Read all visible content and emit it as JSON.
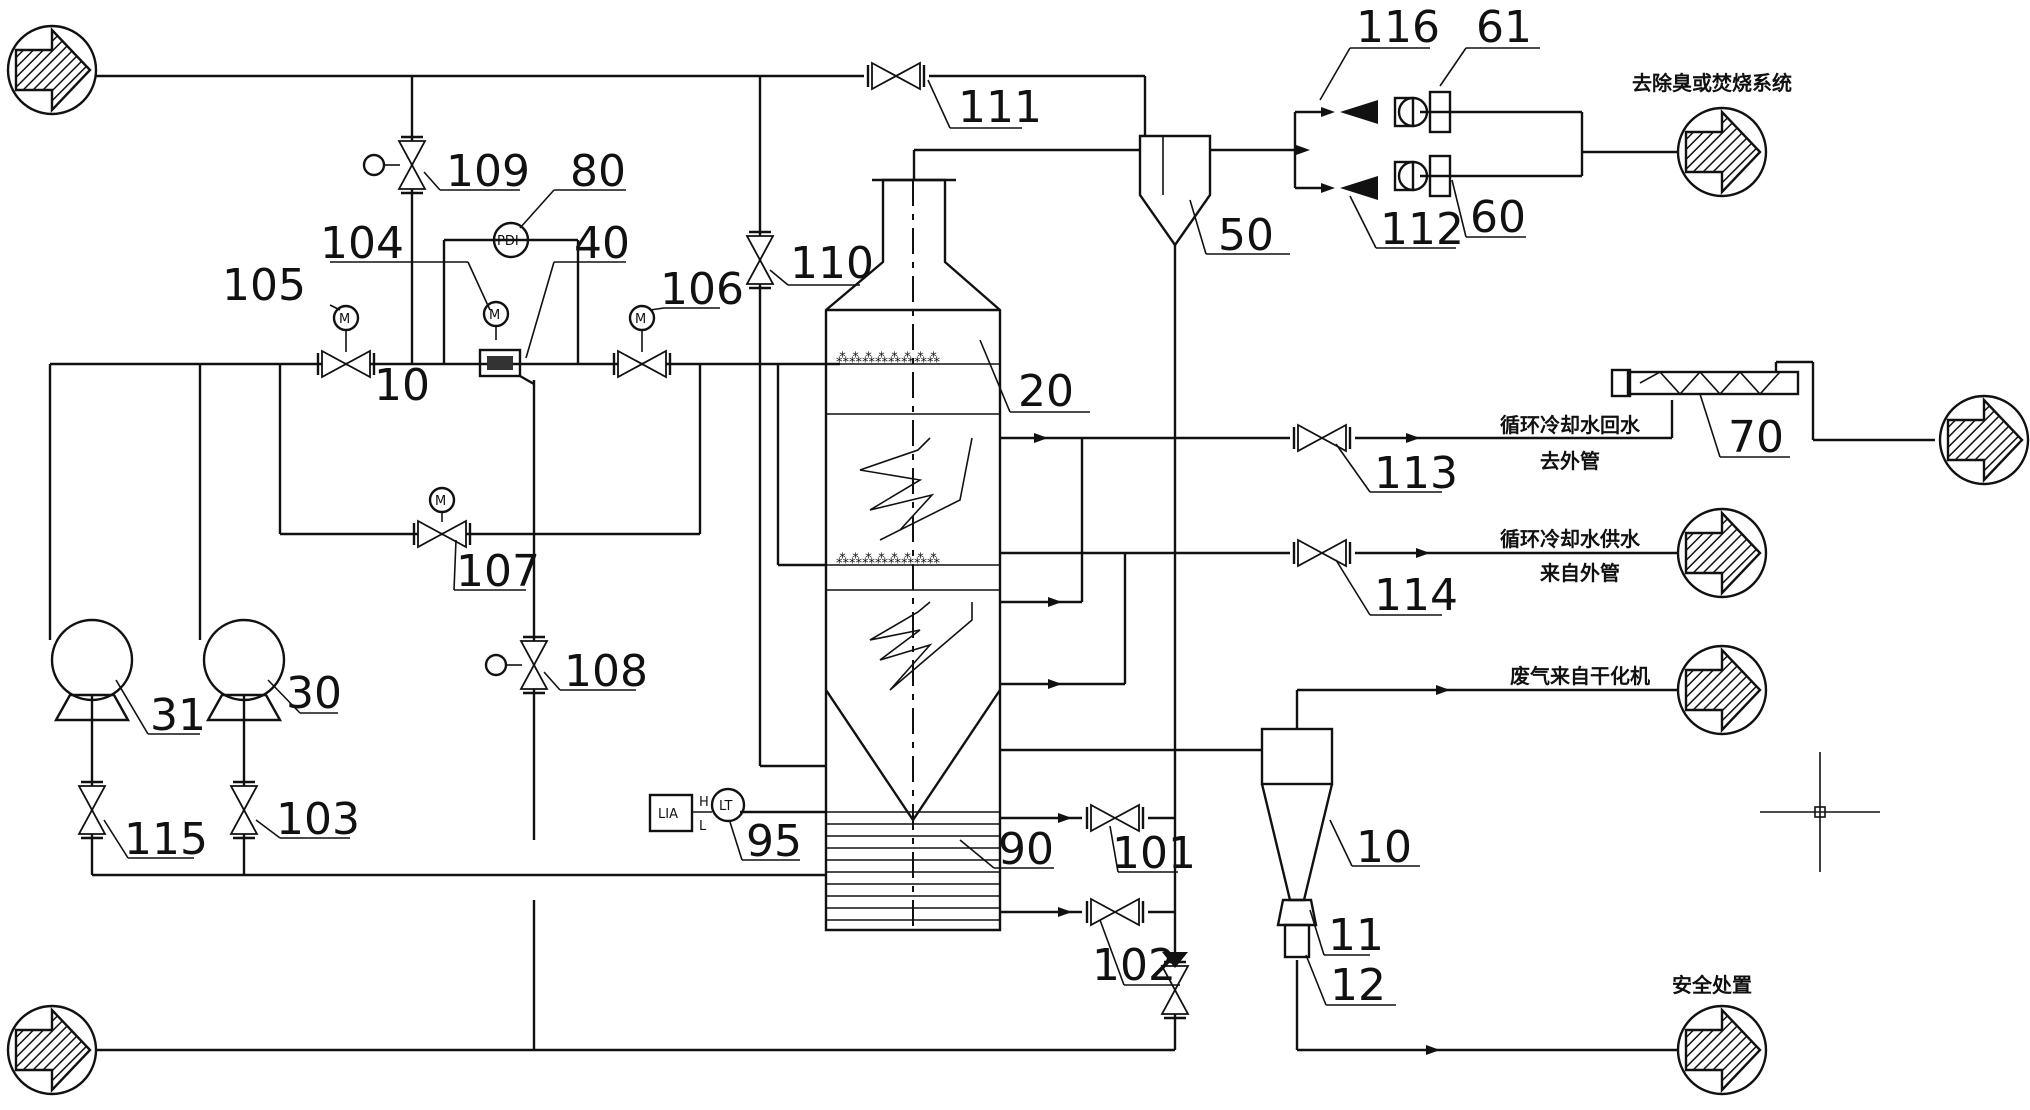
{
  "diagram": {
    "component_labels": {
      "v111": "111",
      "v109": "109",
      "v110": "110",
      "v105": "105",
      "v104": "104",
      "i80": "80",
      "e40": "40",
      "v106": "106",
      "pipe10": "10",
      "v107": "107",
      "v108": "108",
      "p31": "31",
      "p30": "30",
      "v115": "115",
      "v103": "103",
      "c20": "20",
      "c50": "50",
      "v116": "116",
      "f61": "61",
      "f60": "60",
      "v112": "112",
      "s70": "70",
      "v113": "113",
      "v114": "114",
      "i95": "95",
      "t90": "90",
      "v101": "101",
      "v102": "102",
      "cy10": "10",
      "cy11": "11",
      "cy12": "12"
    },
    "annotations": {
      "odor_system": "去除臭或焚烧系统",
      "cooling_return_1": "循环冷却水回水",
      "cooling_return_2": "去外管",
      "cooling_supply_1": "循环冷却水供水",
      "cooling_supply_2": "来自外管",
      "waste_gas": "废气来自干化机",
      "safe_disposal": "安全处置"
    },
    "instrument_tags": {
      "motor": "M",
      "pressure_diff": "PDI",
      "level_alarm": "LIA",
      "level_tx": "LT",
      "high": "H",
      "low": "L"
    }
  }
}
